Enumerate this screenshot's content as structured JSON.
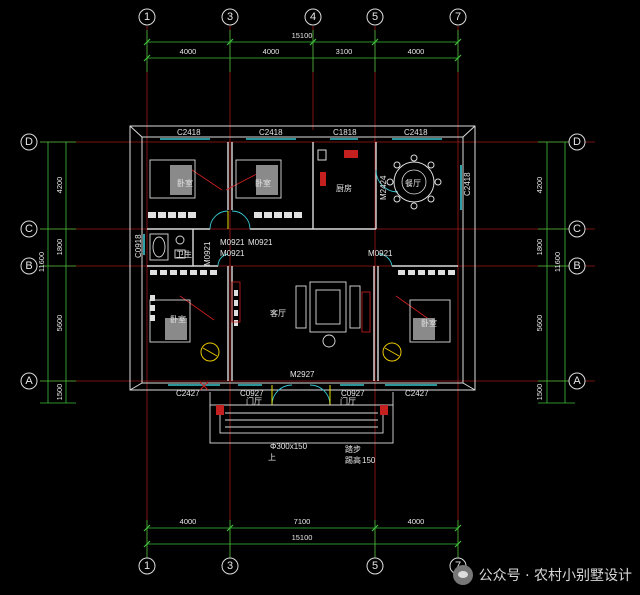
{
  "axes_top": [
    "1",
    "3",
    "4",
    "5",
    "7"
  ],
  "axes_bottom": [
    "1",
    "3",
    "5",
    "7"
  ],
  "axes_side": [
    "D",
    "C",
    "B",
    "A"
  ],
  "dims_top": {
    "total": "15100",
    "seg1": "4000",
    "seg2": "4000",
    "seg3": "3100",
    "seg4": "4000"
  },
  "dims_bottom": {
    "total": "15100",
    "seg1": "4000",
    "seg2": "7100",
    "seg3": "4000"
  },
  "dims_left": {
    "total": "11600",
    "seg1": "4200",
    "seg2": "1800",
    "seg3": "5600",
    "seg4": "1500"
  },
  "dims_right": {
    "total": "11600",
    "seg1": "4200",
    "seg2": "1800",
    "seg3": "5600",
    "seg4": "1500"
  },
  "windows": {
    "w1": "C2418",
    "w2": "C2418",
    "w3": "C1818",
    "w4": "C2418",
    "w5": "C2418",
    "w6": "C0918",
    "w7": "C2427",
    "w8": "C2427",
    "w9": "C0927",
    "w10": "C0927"
  },
  "doors": {
    "d1": "M0921",
    "d2": "M0921",
    "d3": "M0921",
    "d4": "M0921",
    "d5": "M0921",
    "d6": "M2424",
    "d7": "M2927"
  },
  "rooms": {
    "bed1": "卧室",
    "bed2": "卧室",
    "bed3": "卧室",
    "bed4": "卧室",
    "kitchen": "厨房",
    "dining": "餐厅",
    "living": "客厅",
    "bath": "卫生",
    "porch_l": "门厅",
    "porch_r": "门厅"
  },
  "stairs": {
    "step": "Φ300x150",
    "up": "上",
    "note1": "踏步",
    "note2": "踢高",
    "riser": "150"
  },
  "watermark": "公众号 · 农村小别墅设计"
}
